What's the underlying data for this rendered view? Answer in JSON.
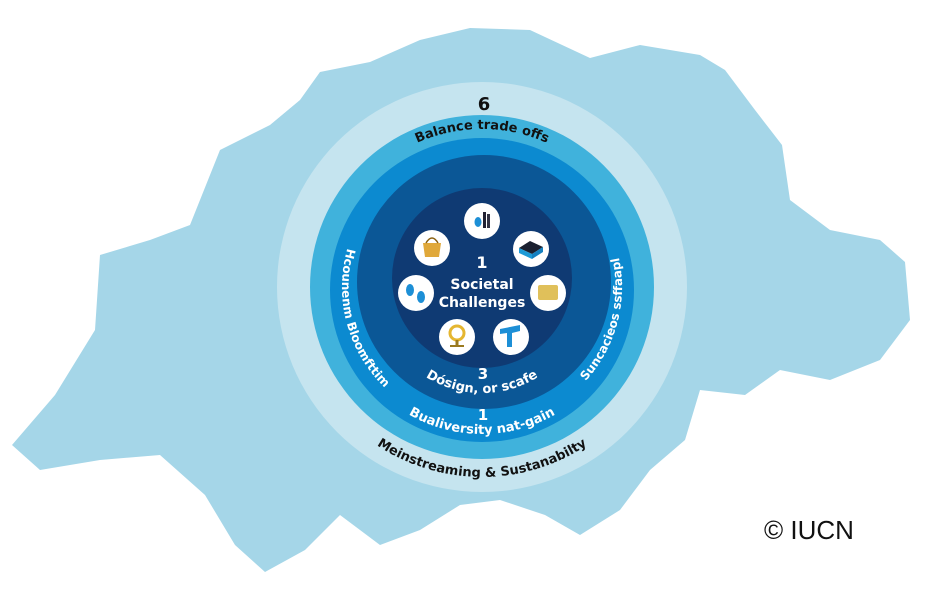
{
  "colors": {
    "map": "#a5d6e8",
    "ring_outer": "#c5e4ef",
    "ring_2": "#40b2dc",
    "ring_3": "#0c8ad0",
    "ring_4": "#0b5796",
    "core": "#0f3a73",
    "icon_bg": "#ffffff"
  },
  "diagram": {
    "outer_number": "6",
    "outer_label": "Meinstreaming & Sustanabilty",
    "ring2_label": "Balance trade offs",
    "ring3_left_label": "Hcounenm Bloomfttim",
    "ring3_right_label": "Suncacieos ssffaapl",
    "ring3_bottom_number": "1",
    "ring3_bottom_label": "Bualiversity nat-gain",
    "ring4_number": "3",
    "ring4_label": "Dósign, or scafe",
    "core_number": "1",
    "core_label_line1": "Societal",
    "core_label_line2": "Challenges",
    "icons": [
      "water-tools-icon",
      "box-icon",
      "scroll-icon",
      "crane-icon",
      "lightbulb-icon",
      "water-drops-icon",
      "basket-icon"
    ]
  },
  "copyright": "© IUCN"
}
